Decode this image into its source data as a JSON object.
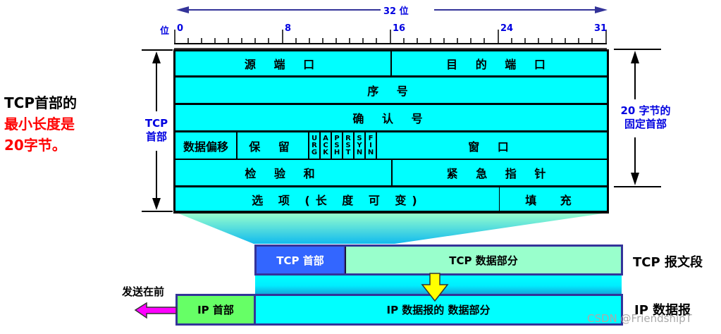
{
  "ruler": {
    "total_label": "32 位",
    "unit_label": "位",
    "ticks": [
      "0",
      "8",
      "16",
      "24",
      "31"
    ]
  },
  "header": {
    "rows": [
      [
        {
          "label": "源 端 口"
        },
        {
          "label": "目 的 端 口"
        }
      ],
      [
        {
          "label": "序 号"
        }
      ],
      [
        {
          "label": "确 认 号"
        }
      ],
      [
        {
          "label": "数据偏移"
        },
        {
          "label": "保 留"
        },
        {
          "label": "URG"
        },
        {
          "label": "ACK"
        },
        {
          "label": "PSH"
        },
        {
          "label": "RST"
        },
        {
          "label": "SYN"
        },
        {
          "label": "FIN"
        },
        {
          "label": "窗 口"
        }
      ],
      [
        {
          "label": "检 验 和"
        },
        {
          "label": "紧 急 指 针"
        }
      ],
      [
        {
          "label": "选 项 (长 度 可 变)"
        },
        {
          "label": "填 充"
        }
      ]
    ],
    "flags": [
      {
        "name": "URG",
        "chars": [
          "U",
          "R",
          "G"
        ]
      },
      {
        "name": "ACK",
        "chars": [
          "A",
          "C",
          "K"
        ]
      },
      {
        "name": "PSH",
        "chars": [
          "P",
          "S",
          "H"
        ]
      },
      {
        "name": "RST",
        "chars": [
          "R",
          "S",
          "T"
        ]
      },
      {
        "name": "SYN",
        "chars": [
          "S",
          "Y",
          "N"
        ]
      },
      {
        "name": "FIN",
        "chars": [
          "F",
          "I",
          "N"
        ]
      }
    ]
  },
  "left_note": {
    "line1": "TCP首部的",
    "line2": "最小长度是",
    "line3": "20字节。"
  },
  "left_brace": {
    "line1": "TCP",
    "line2": "首部"
  },
  "right_brace": {
    "line1": "20 字节的",
    "line2": "固定首部"
  },
  "segment": {
    "tcp_header": "TCP 首部",
    "tcp_data": "TCP 数据部分",
    "label": "TCP 报文段"
  },
  "datagram": {
    "ip_header": "IP 首部",
    "ip_data": "IP 数据报的 数据部分",
    "label": "IP 数据报",
    "send_first": "发送在前"
  },
  "watermark": "CSDN @FriendshipT",
  "colors": {
    "cyan": "#00ffff",
    "mint": "#99ffcc",
    "tcp_header_blue": "#3366ff",
    "ip_header_green": "#66ff66",
    "arrow_yellow": "#ffff00",
    "arrow_magenta": "#ff00ff",
    "label_blue": "#0000e0",
    "note_red": "#ff0000",
    "frame_navy": "#333399"
  }
}
